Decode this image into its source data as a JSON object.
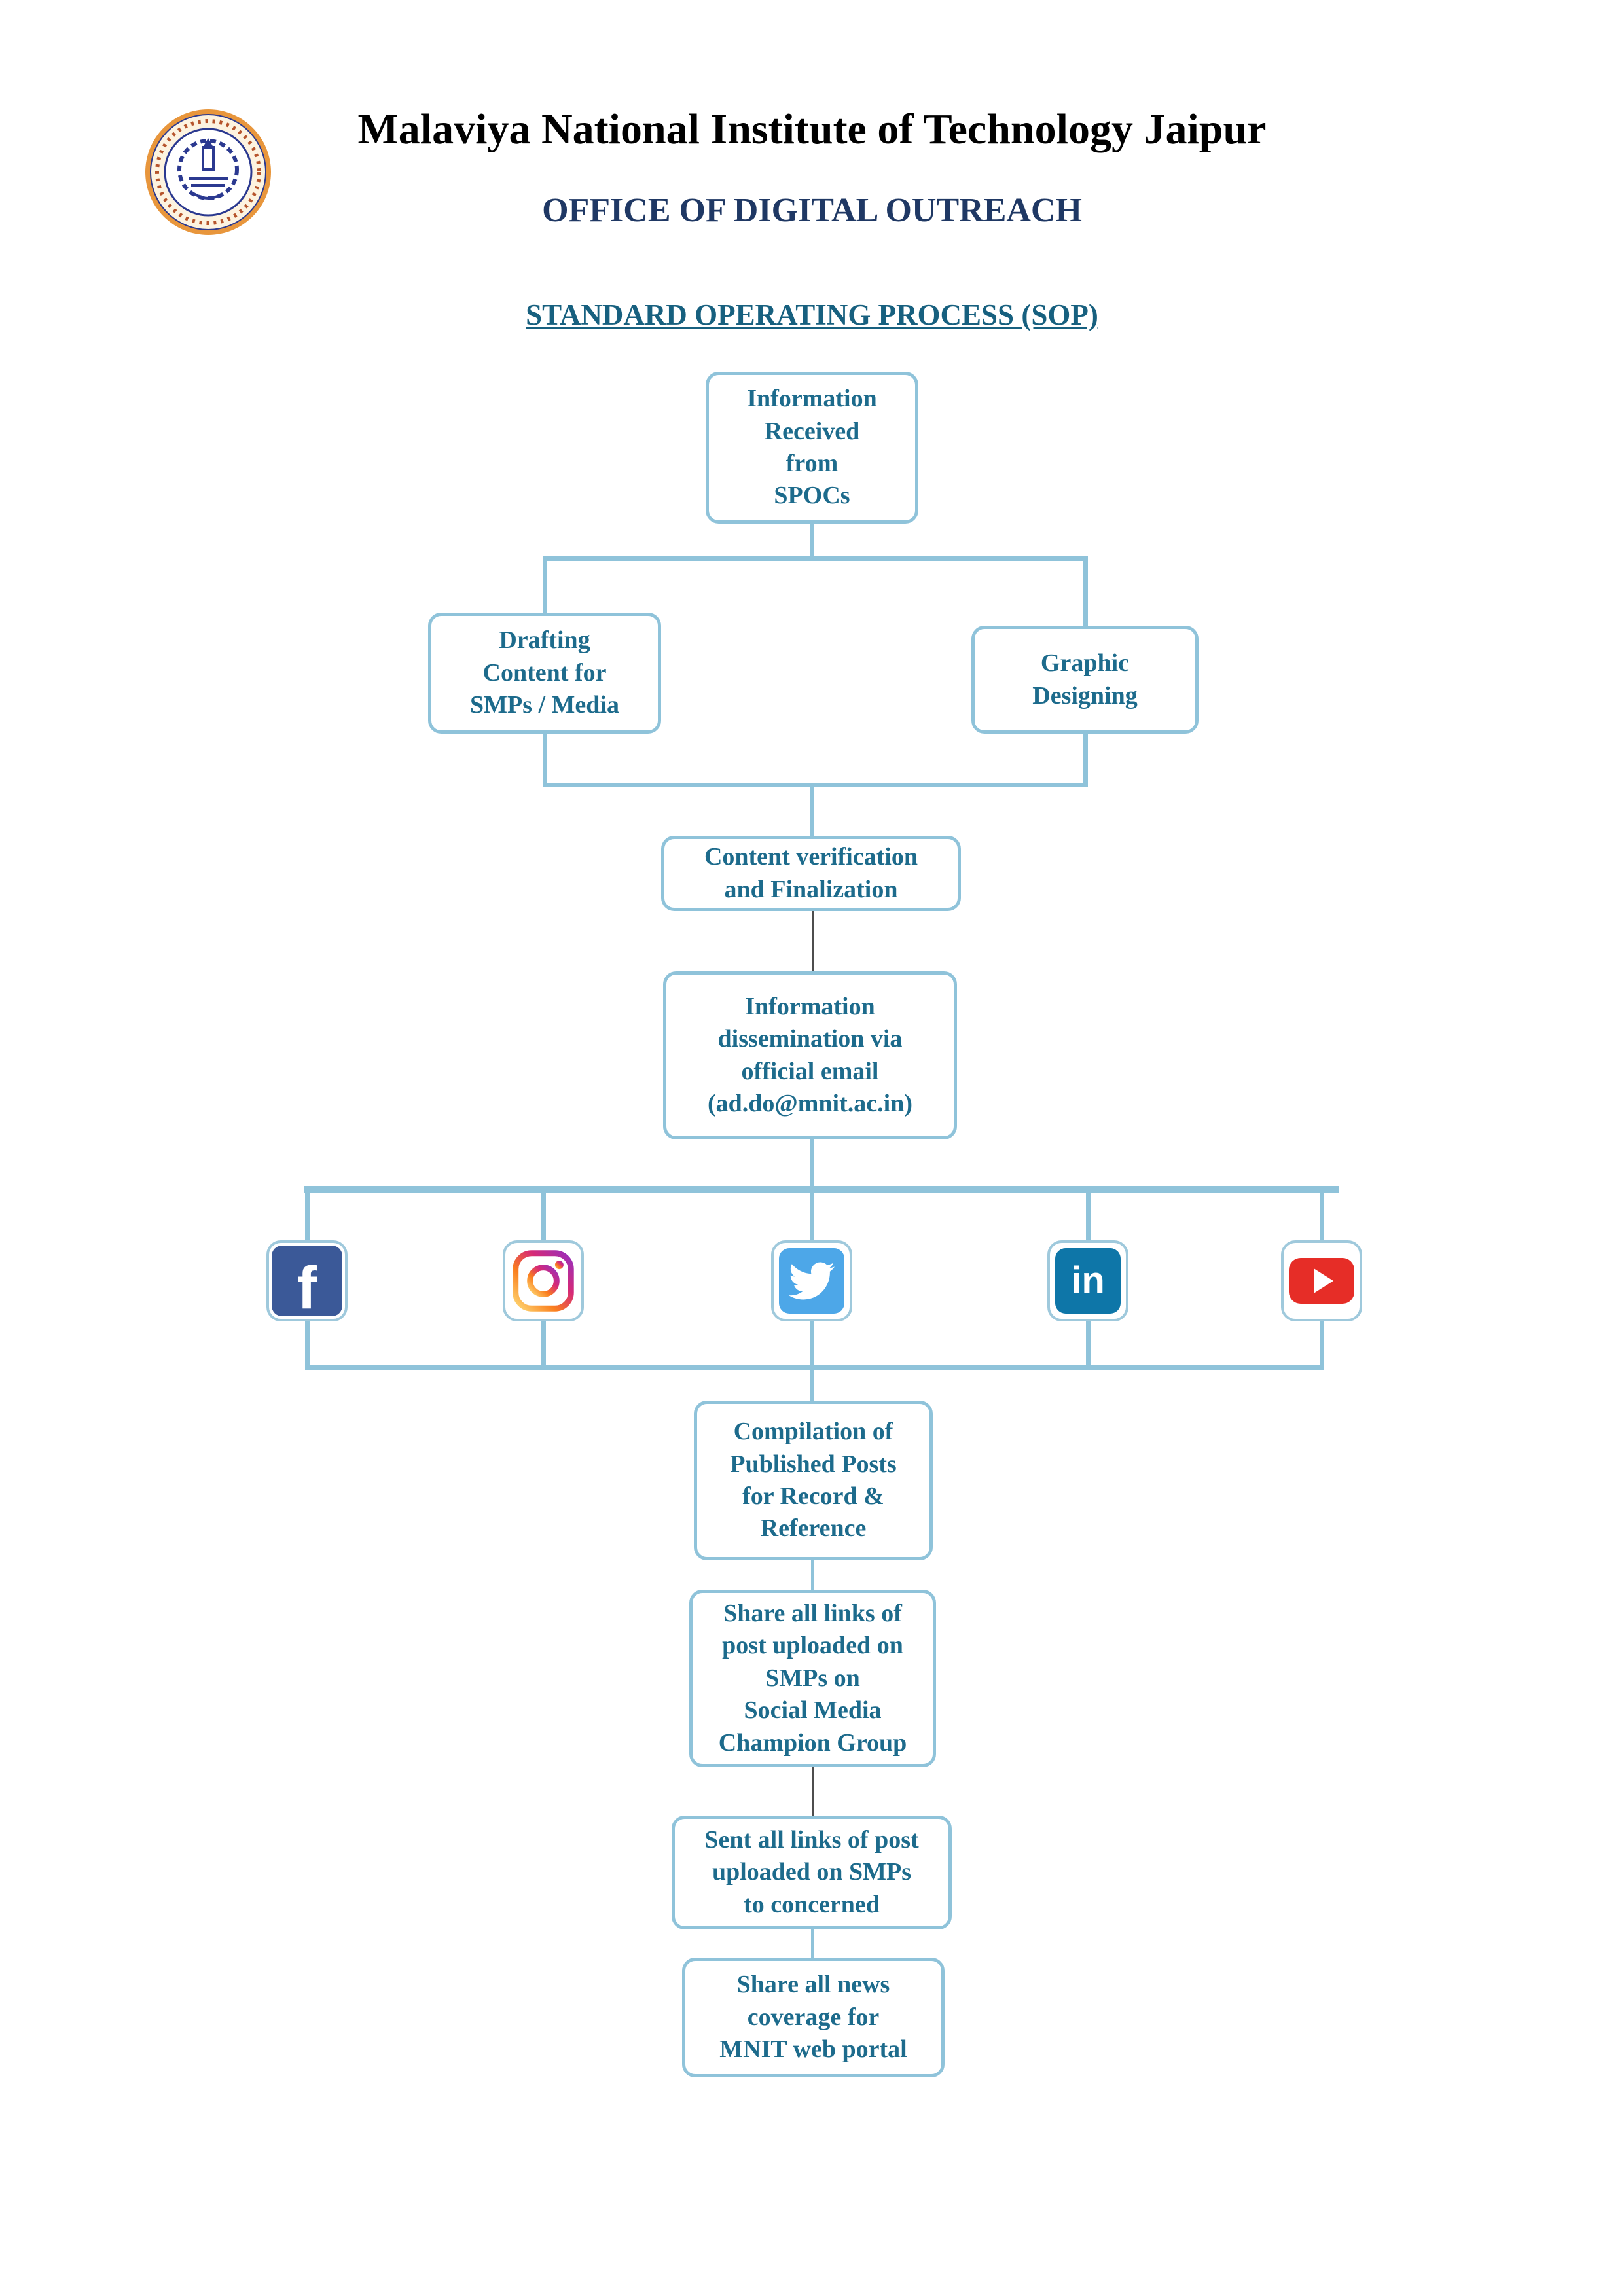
{
  "header": {
    "institute": "Malaviya National Institute of Technology Jaipur",
    "office": "OFFICE OF DIGITAL OUTREACH",
    "sop_heading": "STANDARD OPERATING PROCESS (SOP)"
  },
  "flow": {
    "information_received": "Information\nReceived\nfrom\nSPOCs",
    "drafting_content": "Drafting\nContent for\nSMPs / Media",
    "graphic_designing": "Graphic\nDesigning",
    "content_verification": "Content verification\nand Finalization",
    "information_dissemination": "Information\ndissemination via\nofficial email\n(ad.do@mnit.ac.in)",
    "compilation": "Compilation of\nPublished Posts\nfor Record &\nReference",
    "share_links": "Share all links of\npost uploaded on\nSMPs on\nSocial Media\nChampion Group",
    "sent_links": "Sent all links of post\nuploaded on SMPs\nto concerned",
    "share_news": "Share all news\ncoverage for\nMNIT web portal"
  },
  "social_icons": [
    {
      "name": "facebook",
      "label": "f"
    },
    {
      "name": "instagram"
    },
    {
      "name": "twitter"
    },
    {
      "name": "linkedin",
      "label": "in"
    },
    {
      "name": "youtube"
    }
  ],
  "colors": {
    "box_border": "#8fc3da",
    "box_text": "#1d6b8c",
    "connector_light": "#8fc3da",
    "connector_dark": "#4d4d4d",
    "office_text": "#1f3864",
    "heading_text": "#17607f",
    "facebook_blue": "#3b5998",
    "twitter_blue": "#4da7e8",
    "linkedin_blue": "#0e76a8",
    "youtube_red": "#e62d27",
    "logo_orange": "#e8963c",
    "logo_navy": "#2b3990"
  }
}
